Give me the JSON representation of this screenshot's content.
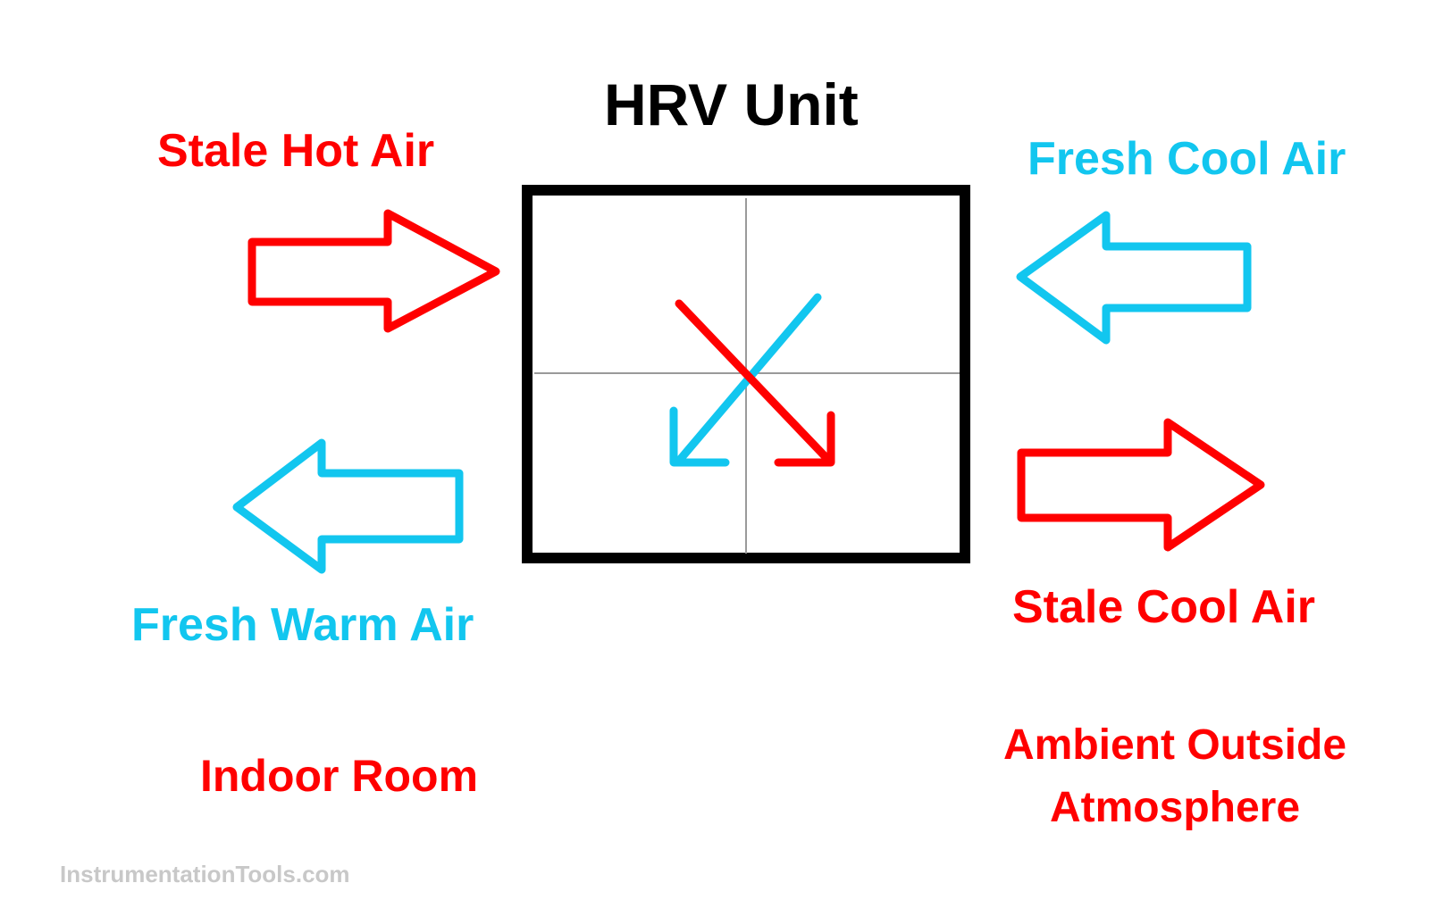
{
  "title": "HRV Unit",
  "labels": {
    "stale_hot_air": "Stale Hot Air",
    "fresh_cool_air": "Fresh Cool Air",
    "fresh_warm_air": "Fresh Warm Air",
    "stale_cool_air": "Stale Cool Air",
    "indoor_room": "Indoor Room",
    "ambient_line1": "Ambient Outside",
    "ambient_line2": "Atmosphere"
  },
  "watermark": "InstrumentationTools.com",
  "colors": {
    "hot": "#ff0000",
    "cool": "#12c6ef",
    "frame": "#000000",
    "divider": "#9a9a9a"
  }
}
